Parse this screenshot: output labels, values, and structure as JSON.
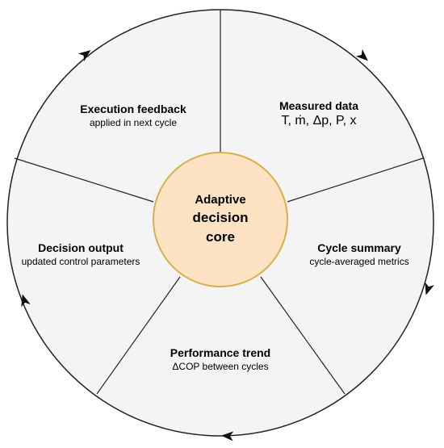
{
  "colors": {
    "segment_fill": "#f4f4f4",
    "outline": "#222222",
    "core_fill": "#fde3c3",
    "core_stroke": "#d8b04a"
  },
  "core": {
    "line1": "Adaptive",
    "line2": "decision",
    "line3": "core"
  },
  "segments": [
    {
      "title": "Measured data",
      "subtitle": "T, ṁ, Δp, P, x"
    },
    {
      "title": "Cycle summary",
      "subtitle": "cycle-averaged metrics"
    },
    {
      "title": "Performance trend",
      "subtitle": "ΔCOP between cycles"
    },
    {
      "title": "Decision output",
      "subtitle": "updated control parameters"
    },
    {
      "title": "Execution feedback",
      "subtitle": "applied in next cycle"
    }
  ],
  "flow_direction": "clockwise",
  "arrowhead_icon": "arrowhead-icon"
}
